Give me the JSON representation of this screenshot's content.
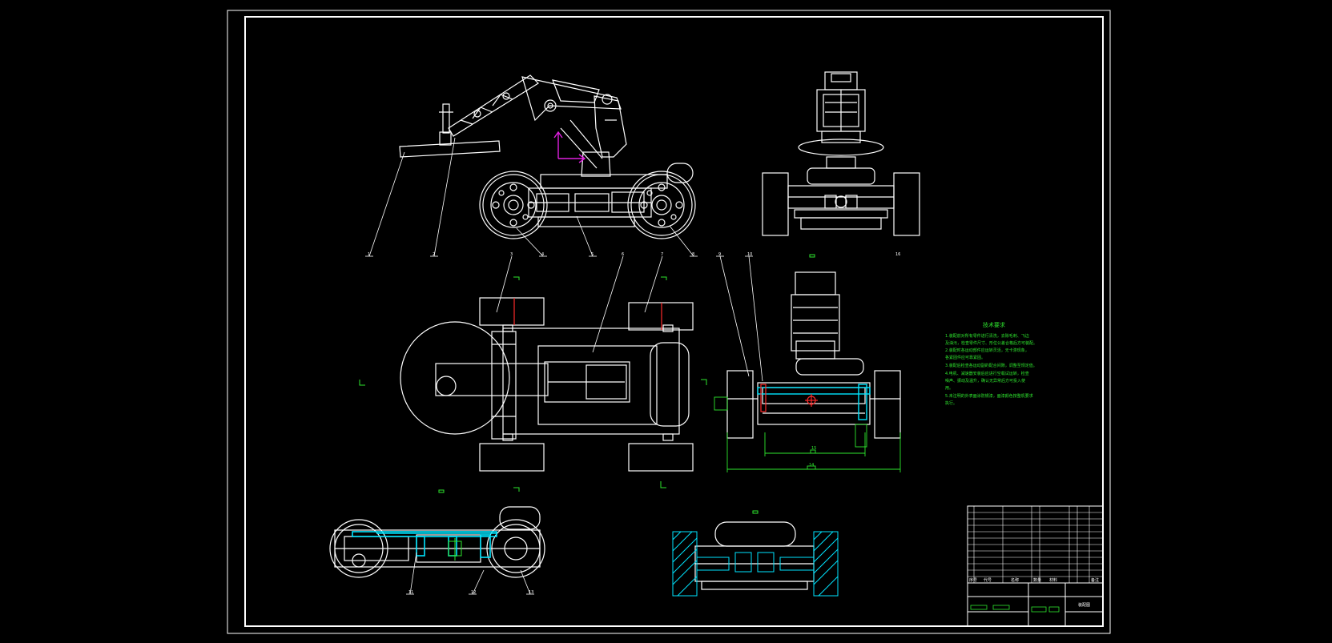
{
  "drawing": {
    "colors": {
      "background": "#000000",
      "line": "#ffffff",
      "annotation": "#2ee62e",
      "section": "#00e5ff",
      "axis_red": "#ff2a2a",
      "axis_magenta": "#e020e0"
    },
    "views": [
      {
        "id": "side-view",
        "name": "side elevation with manipulator arm"
      },
      {
        "id": "front-view",
        "name": "front elevation"
      },
      {
        "id": "top-view",
        "name": "plan view"
      },
      {
        "id": "right-section-view",
        "name": "front section view"
      },
      {
        "id": "bottom-section-view",
        "name": "longitudinal section"
      },
      {
        "id": "wheel-section-view",
        "name": "wheel hub section"
      }
    ],
    "balloons": [
      "1",
      "2",
      "3",
      "4",
      "5",
      "6",
      "7",
      "8",
      "9",
      "10",
      "11",
      "12",
      "13",
      "14",
      "15",
      "16"
    ],
    "tech_notes": {
      "title": "技术要求",
      "lines": [
        "1.装配前对所有零件进行清洗，去除毛刺、飞边",
        "  及油污，检查零件尺寸、形位公差合格后方可装配。",
        "2.装配时各运动部件应运转灵活，无卡滞现象，",
        "  各紧固件应可靠紧固。",
        "3.装配后检查各运动副的配合间隙，调整至规定值。",
        "4.电机、减速器安装后应进行空载试运转，检查",
        "  噪声、振动及温升，确认无异常后方可投入使",
        "  用。",
        "5.未注明的外表面涂防锈漆，面漆颜色按整机要求",
        "  执行。"
      ]
    },
    "title_block": {
      "header": [
        "序号",
        "代号",
        "名称",
        "数量",
        "材料",
        "备注"
      ],
      "drawing_title": "装配图"
    }
  }
}
